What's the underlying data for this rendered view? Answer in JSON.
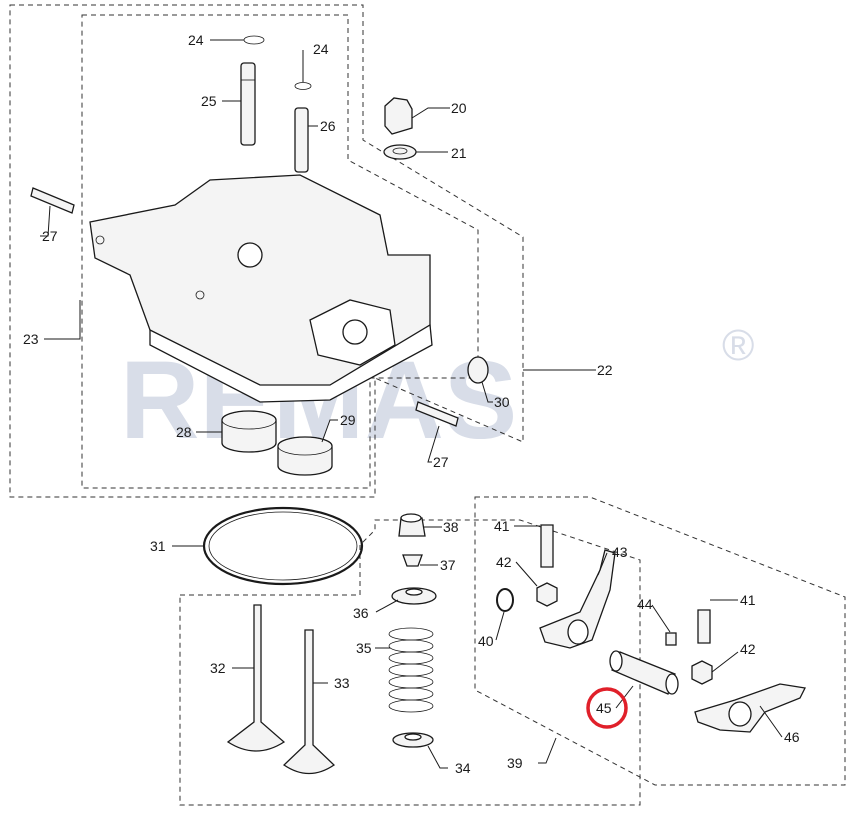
{
  "watermark": {
    "text": "REMAS",
    "registered": "®"
  },
  "highlight_color": "#e0202a",
  "callouts": [
    {
      "id": "c24a",
      "text": "24"
    },
    {
      "id": "c24b",
      "text": "24"
    },
    {
      "id": "c25",
      "text": "25"
    },
    {
      "id": "c26",
      "text": "26"
    },
    {
      "id": "c20",
      "text": "20"
    },
    {
      "id": "c21",
      "text": "21"
    },
    {
      "id": "c27a",
      "text": "27"
    },
    {
      "id": "c23",
      "text": "23"
    },
    {
      "id": "c22",
      "text": "22"
    },
    {
      "id": "c30",
      "text": "30"
    },
    {
      "id": "c28",
      "text": "28"
    },
    {
      "id": "c29",
      "text": "29"
    },
    {
      "id": "c27b",
      "text": "27"
    },
    {
      "id": "c31",
      "text": "31"
    },
    {
      "id": "c38",
      "text": "38"
    },
    {
      "id": "c37",
      "text": "37"
    },
    {
      "id": "c36",
      "text": "36"
    },
    {
      "id": "c35",
      "text": "35"
    },
    {
      "id": "c32",
      "text": "32"
    },
    {
      "id": "c33",
      "text": "33"
    },
    {
      "id": "c34",
      "text": "34"
    },
    {
      "id": "c41a",
      "text": "41"
    },
    {
      "id": "c42a",
      "text": "42"
    },
    {
      "id": "c43",
      "text": "43"
    },
    {
      "id": "c40",
      "text": "40"
    },
    {
      "id": "c44",
      "text": "44"
    },
    {
      "id": "c41b",
      "text": "41"
    },
    {
      "id": "c42b",
      "text": "42"
    },
    {
      "id": "c45",
      "text": "45"
    },
    {
      "id": "c46",
      "text": "46"
    },
    {
      "id": "c39",
      "text": "39"
    }
  ]
}
